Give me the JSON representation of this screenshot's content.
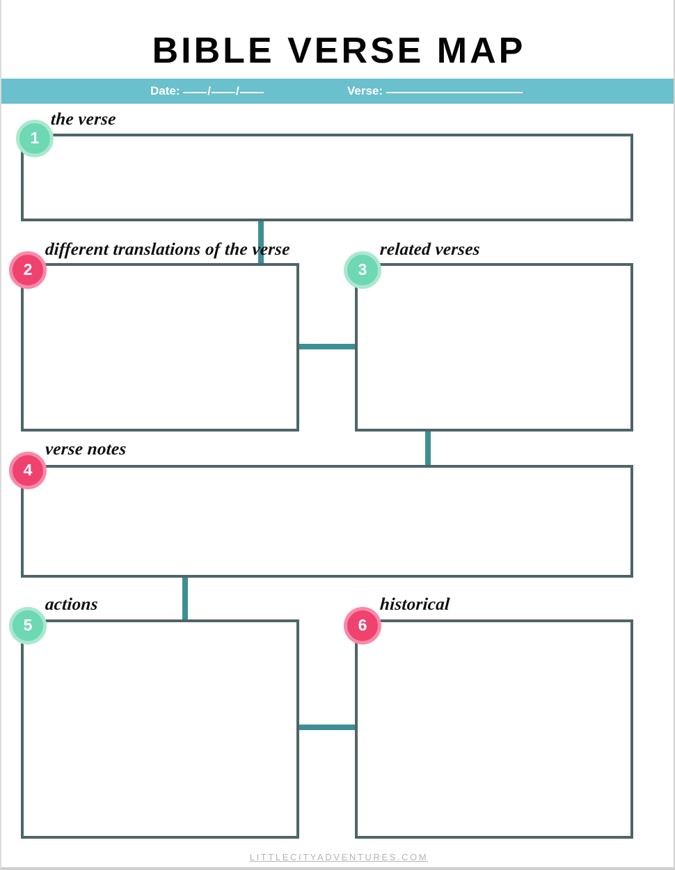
{
  "page": {
    "title": "BIBLE VERSE MAP",
    "footer": "LITTLECITYADVENTURES.COM"
  },
  "header_bar": {
    "background_color": "#6ac0cc",
    "date_label": "Date:",
    "date_separator": "/",
    "verse_label": "Verse:"
  },
  "colors": {
    "mint_core": "#6ed7b4",
    "mint_ring": "#a9e8cf",
    "pink_core": "#ef426f",
    "pink_ring": "#f78aa8",
    "box_border": "#4e6568",
    "connector": "#3e8e95",
    "bar": "#6ac0cc",
    "footer_text": "#b4b4b4"
  },
  "sections": [
    {
      "number": "1",
      "label": "the verse",
      "badge_color": "mint"
    },
    {
      "number": "2",
      "label": "different translations of the verse",
      "badge_color": "pink"
    },
    {
      "number": "3",
      "label": "related verses",
      "badge_color": "mint"
    },
    {
      "number": "4",
      "label": "verse notes",
      "badge_color": "pink"
    },
    {
      "number": "5",
      "label": "actions",
      "badge_color": "mint"
    },
    {
      "number": "6",
      "label": "historical",
      "badge_color": "pink"
    }
  ]
}
